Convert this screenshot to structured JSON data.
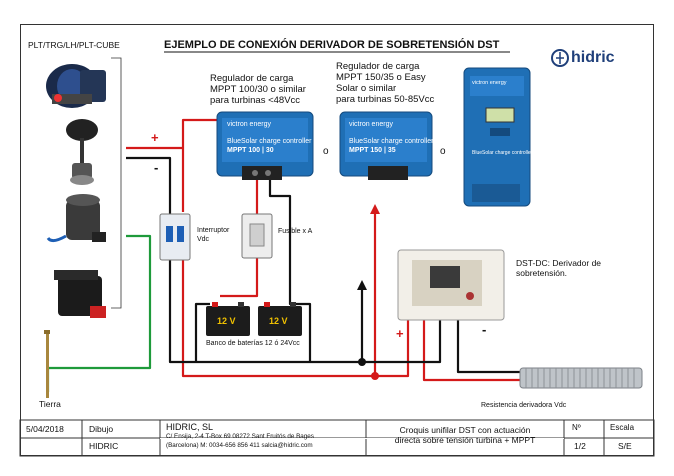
{
  "header": {
    "model_list": "PLT/TRG/LH/PLT-CUBE",
    "title": "EJEMPLO DE CONEXIÓN  DERIVADOR DE SOBRETENSIÓN DST",
    "logo_text": "hidric"
  },
  "regulators": {
    "reg1_lines": [
      "Regulador de carga",
      "MPPT 100/30 o similar",
      "para turbinas <48Vcc"
    ],
    "reg2_lines": [
      "Regulador de carga",
      "MPPT 150/35 o Easy",
      "Solar o similar",
      "para turbinas 50-85Vcc"
    ],
    "or1": "o",
    "or2": "o",
    "device1_brand": "victron energy",
    "device1_name": "BlueSolar charge controller",
    "device1_model": "MPPT 100 | 30",
    "device2_brand": "victron energy",
    "device2_name": "BlueSolar charge controller",
    "device2_model": "MPPT 150 | 35",
    "device3_brand": "victron energy",
    "device3_name": "BlueSolar charge controller"
  },
  "components": {
    "breaker_label": "Interruptor Vdc",
    "fuse_label": "Fusible  x A",
    "battery_bank_label": "Banco de baterías 12 ó 24Vcc",
    "battery1_voltage": "12 V",
    "battery2_voltage": "12 V",
    "dst_label_lines": [
      "DST-DC: Derivador de",
      "sobretensión."
    ],
    "resistor_label": "Resistencia derivadora Vdc",
    "ground_label": "Tierra"
  },
  "polarity": {
    "turbine_plus": "+",
    "turbine_minus": "-",
    "dst_plus": "+",
    "dst_minus": "-"
  },
  "title_block": {
    "date": "5/04/2018",
    "dibujo_label": "Dibujo",
    "author": "HIDRIC",
    "company": "HIDRIC, SL",
    "address_line1": "C/ Ensija, 2-4 T-Box 69 08272 Sant Fruitós de Bages",
    "address_line2": "(Barcelona)  M: 0034-656 856 411    salcia@hidric.com",
    "description_lines": [
      "Croquis unifilar DST con actuación",
      "directa sobre tensión turbina + MPPT"
    ],
    "no_label": "Nº",
    "no_value": "1/2",
    "scale_label": "Escala",
    "scale_value": "S/E"
  },
  "colors": {
    "positive": "#d41a1a",
    "negative": "#111111",
    "ground": "#1e9a3a",
    "victron_blue": "#1f6fb5"
  }
}
